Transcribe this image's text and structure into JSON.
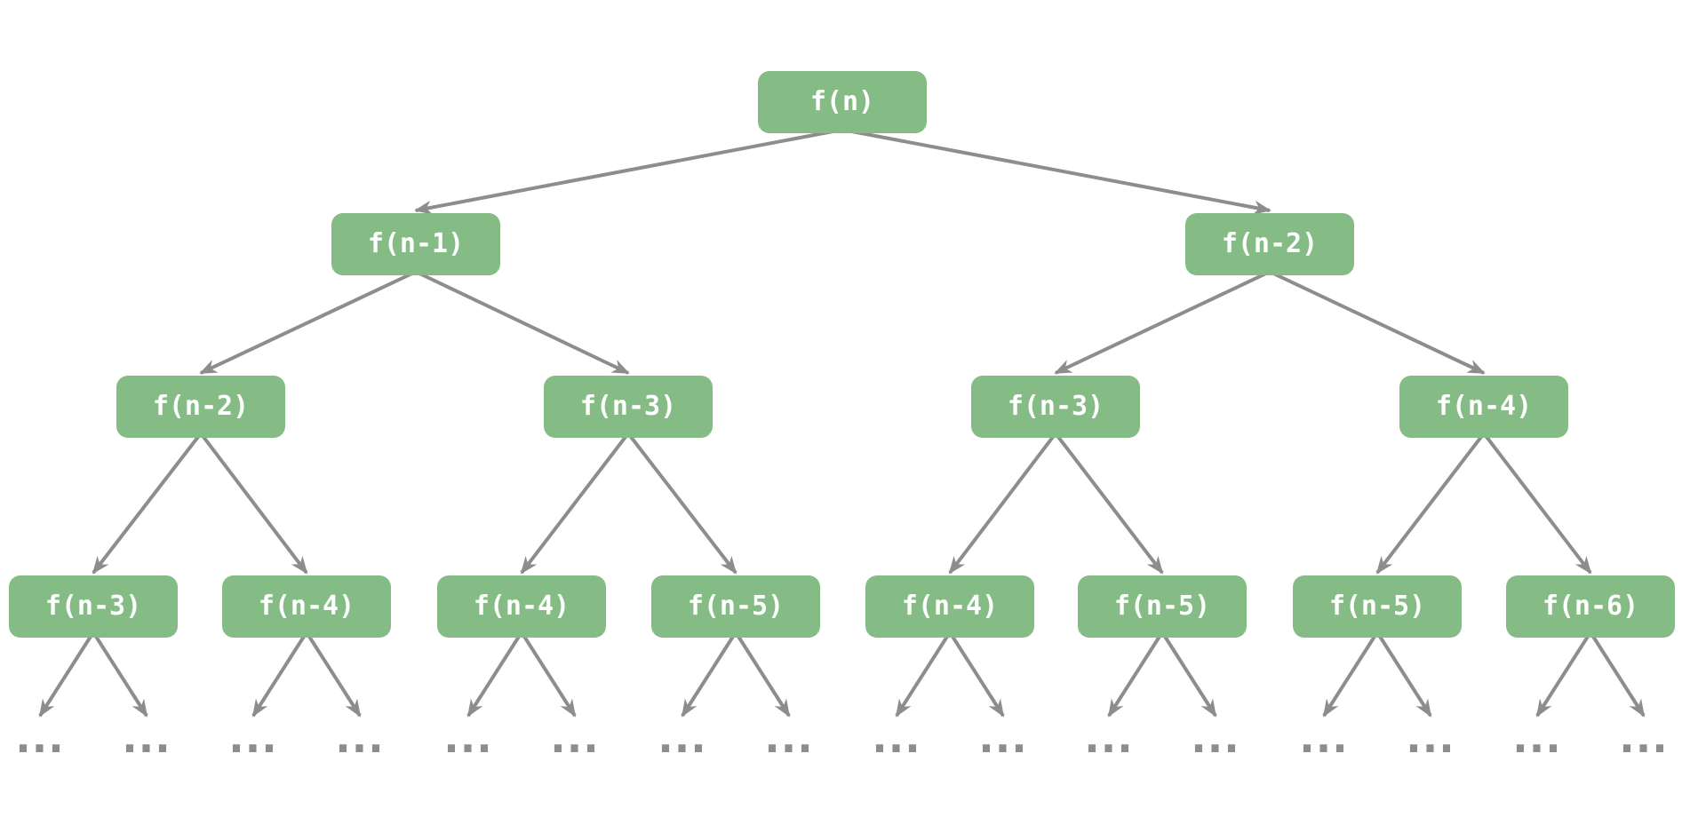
{
  "diagram": {
    "type": "recursion-tree",
    "description": "Fibonacci-style recursion tree of f(n), four levels expanded, leaves continue with ellipsis marks",
    "colors": {
      "node_fill": "#85BB85",
      "node_text": "#FFFFFF",
      "edge": "#8D8D8D",
      "background": "#FFFFFF"
    },
    "levels": [
      {
        "nodes": [
          "f(n)"
        ]
      },
      {
        "nodes": [
          "f(n-1)",
          "f(n-2)"
        ]
      },
      {
        "nodes": [
          "f(n-2)",
          "f(n-3)",
          "f(n-3)",
          "f(n-4)"
        ]
      },
      {
        "nodes": [
          "f(n-3)",
          "f(n-4)",
          "f(n-4)",
          "f(n-5)",
          "f(n-4)",
          "f(n-5)",
          "f(n-5)",
          "f(n-6)"
        ]
      }
    ],
    "edges": {
      "node_edges": [
        [
          "L1.0",
          "L2.0"
        ],
        [
          "L1.0",
          "L2.1"
        ],
        [
          "L2.0",
          "L3.0"
        ],
        [
          "L2.0",
          "L3.1"
        ],
        [
          "L2.1",
          "L3.2"
        ],
        [
          "L2.1",
          "L3.3"
        ],
        [
          "L3.0",
          "L4.0"
        ],
        [
          "L3.0",
          "L4.1"
        ],
        [
          "L3.1",
          "L4.2"
        ],
        [
          "L3.1",
          "L4.3"
        ],
        [
          "L3.2",
          "L4.4"
        ],
        [
          "L3.2",
          "L4.5"
        ],
        [
          "L3.3",
          "L4.6"
        ],
        [
          "L3.3",
          "L4.7"
        ]
      ],
      "leaf_edges": "each level-4 node has two arrows pointing to ellipsis marks"
    },
    "ellipsis": "...",
    "ellipsis_count": 16
  }
}
